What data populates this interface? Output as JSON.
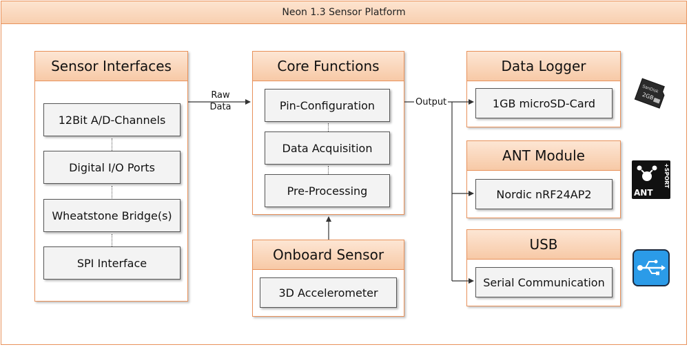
{
  "title": "Neon 1.3 Sensor Platform",
  "sensor_interfaces": {
    "title": "Sensor Interfaces",
    "items": [
      "12Bit A/D-Channels",
      "Digital I/O Ports",
      "Wheatstone Bridge(s)",
      "SPI Interface"
    ]
  },
  "core_functions": {
    "title": "Core Functions",
    "items": [
      "Pin-Configuration",
      "Data Acquisition",
      "Pre-Processing"
    ]
  },
  "onboard_sensor": {
    "title": "Onboard Sensor",
    "item": "3D Accelerometer"
  },
  "data_logger": {
    "title": "Data Logger",
    "item": "1GB microSD-Card",
    "icon": "microsd-card-icon",
    "icon_text": [
      "SanDisk",
      "2GB"
    ]
  },
  "ant_module": {
    "title": "ANT Module",
    "item": "Nordic nRF24AP2",
    "icon": "ant-sport-logo-icon",
    "icon_text": [
      "ANT",
      "+SPORT"
    ]
  },
  "usb": {
    "title": "USB",
    "item": "Serial Communication",
    "icon": "usb-icon"
  },
  "connectors": {
    "raw_data_line1": "Raw",
    "raw_data_line2": "Data",
    "output": "Output"
  },
  "colors": {
    "accent_border": "#e8915a",
    "header_top": "#fde6d4",
    "header_bottom": "#f7c9a6",
    "usb_blue": "#2b9be8"
  }
}
